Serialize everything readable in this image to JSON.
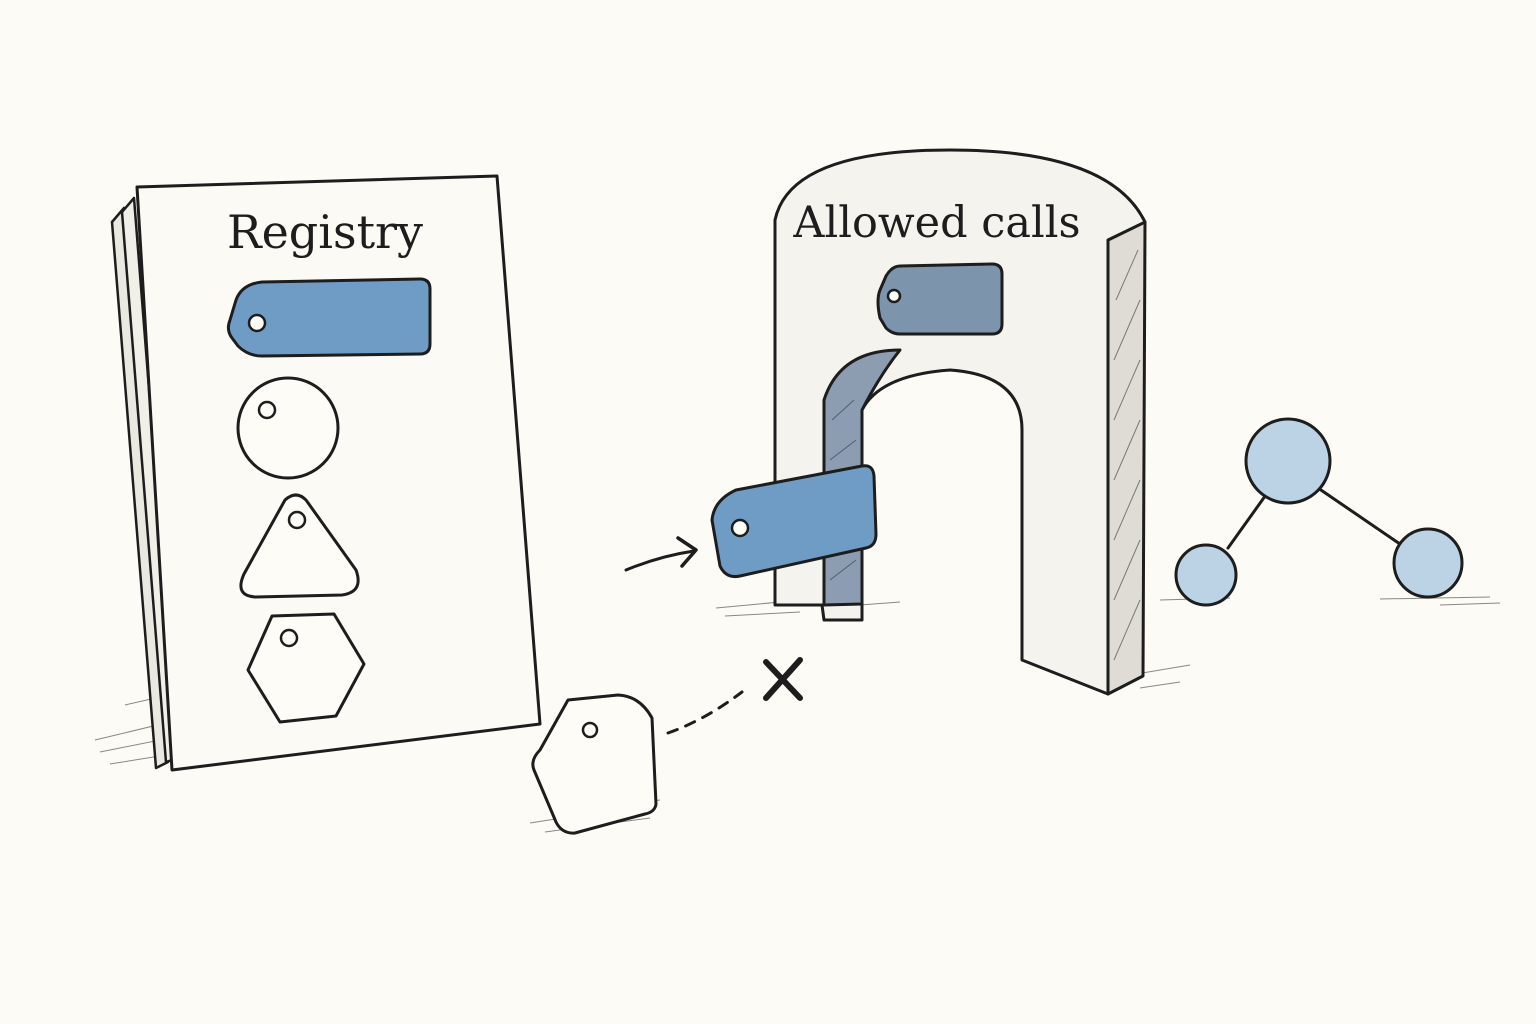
{
  "registry": {
    "title": "Registry",
    "tags": [
      {
        "shape": "rectangle-tag",
        "filled": true
      },
      {
        "shape": "circle-tag",
        "filled": false
      },
      {
        "shape": "triangle-tag",
        "filled": false
      },
      {
        "shape": "hexagon-tag",
        "filled": false
      }
    ]
  },
  "gate": {
    "title": "Allowed calls"
  },
  "icons": {
    "accepted_arrow": "arrow-right-icon",
    "rejected_mark": "x-mark-icon"
  },
  "colors": {
    "background": "#fcfbf5",
    "tag_blue": "#6f9cc4",
    "tag_blue_dark": "#7d94ad",
    "node_blue": "#bcd3e5",
    "ink": "#1d1d1d"
  }
}
